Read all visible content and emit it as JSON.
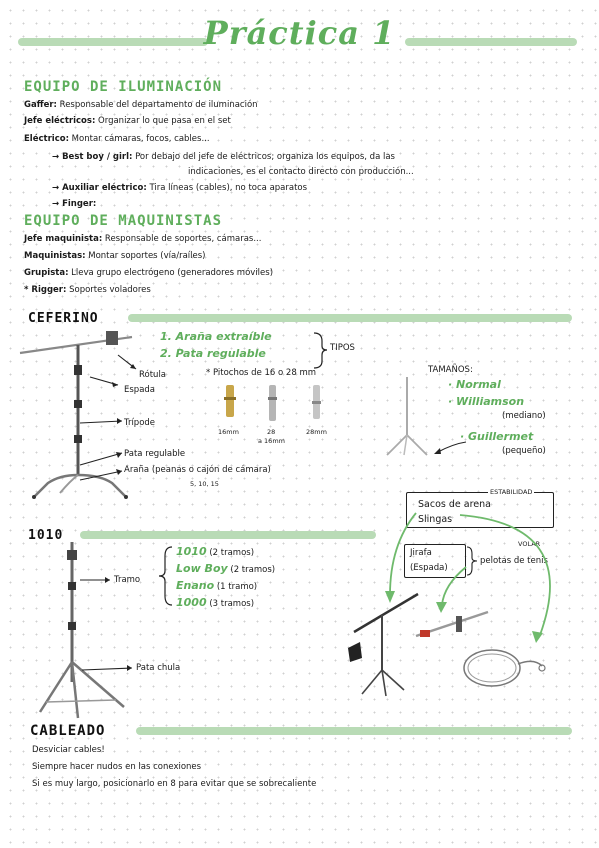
{
  "title": "Práctica 1",
  "iluminacion": {
    "heading": "EQUIPO DE ILUMINACIÓN",
    "lines": [
      {
        "label": "Gaffer:",
        "text": " Responsable del departamento de iluminación"
      },
      {
        "label": "Jefe eléctricos:",
        "text": " Organizar lo que pasa en el set"
      },
      {
        "label": "Eléctrico:",
        "text": " Montar cámaras, focos, cables..."
      }
    ],
    "best_boy_label": "→ Best boy / girl:",
    "best_boy_text1": " Por debajo del jefe de eléctricos; organiza los equipos, da las",
    "best_boy_text2": "indicaciones, es el contacto directo con producción...",
    "auxiliar_label": "→ Auxiliar eléctrico:",
    "auxiliar_text": " Tira líneas (cables), no toca aparatos",
    "finger_label": "→ Finger:"
  },
  "maquinistas": {
    "heading": "EQUIPO DE MAQUINISTAS",
    "lines": [
      {
        "label": "Jefe maquinista:",
        "text": " Responsable de soportes, cámaras..."
      },
      {
        "label": "Maquinistas:",
        "text": " Montar soportes (vía/raíles)"
      },
      {
        "label": "Grupista:",
        "text": " Lleva grupo electrógeno (generadores móviles)"
      },
      {
        "label": "* Rigger:",
        "text": " Soportes voladores"
      }
    ]
  },
  "ceferino": {
    "heading": "CEFERINO",
    "types": [
      "1. Araña extraíble",
      "2. Pata regulable"
    ],
    "types_label": "TIPOS",
    "parts": [
      "Rótula",
      "Espada",
      "Trípode",
      "Pata regulable"
    ],
    "arana": "Araña (peanas o cajón de cámara)",
    "arana_sizes": "5, 10, 15",
    "pitochos": "* Pitochos de 16 o 28 mm",
    "pitocho_labels": [
      "16mm",
      "28",
      "a 16mm",
      "28mm"
    ],
    "tamanos_label": "TAMAÑOS:",
    "sizes": [
      {
        "name": "· Normal",
        "note": ""
      },
      {
        "name": "· Williamson",
        "note": "(mediano)"
      },
      {
        "name": "· Guillermet",
        "note": "(pequeño)"
      }
    ]
  },
  "estabilidad": {
    "label": "ESTABILIDAD",
    "items": [
      "Sacos de arena",
      "Slingas"
    ]
  },
  "volar": {
    "label": "VOLAR",
    "items": [
      "Jirafa",
      "(Espada)"
    ],
    "note": "pelotas de tenis"
  },
  "mil": {
    "heading": "1010",
    "tramo_label": "Tramo",
    "pata_label": "Pata chula",
    "items": [
      {
        "name": "1010",
        "note": "(2 tramos)"
      },
      {
        "name": "Low Boy",
        "note": "(2 tramos)"
      },
      {
        "name": "Enano",
        "note": "(1 tramo)"
      },
      {
        "name": "1000",
        "note": "(3 tramos)"
      }
    ]
  },
  "cableado": {
    "heading": "CABLEADO",
    "lines": [
      "Desviciar cables!",
      "Siempre hacer nudos en las conexiones",
      "Si es muy largo, posicionarlo en 8 para evitar que se sobrecaliente"
    ]
  }
}
